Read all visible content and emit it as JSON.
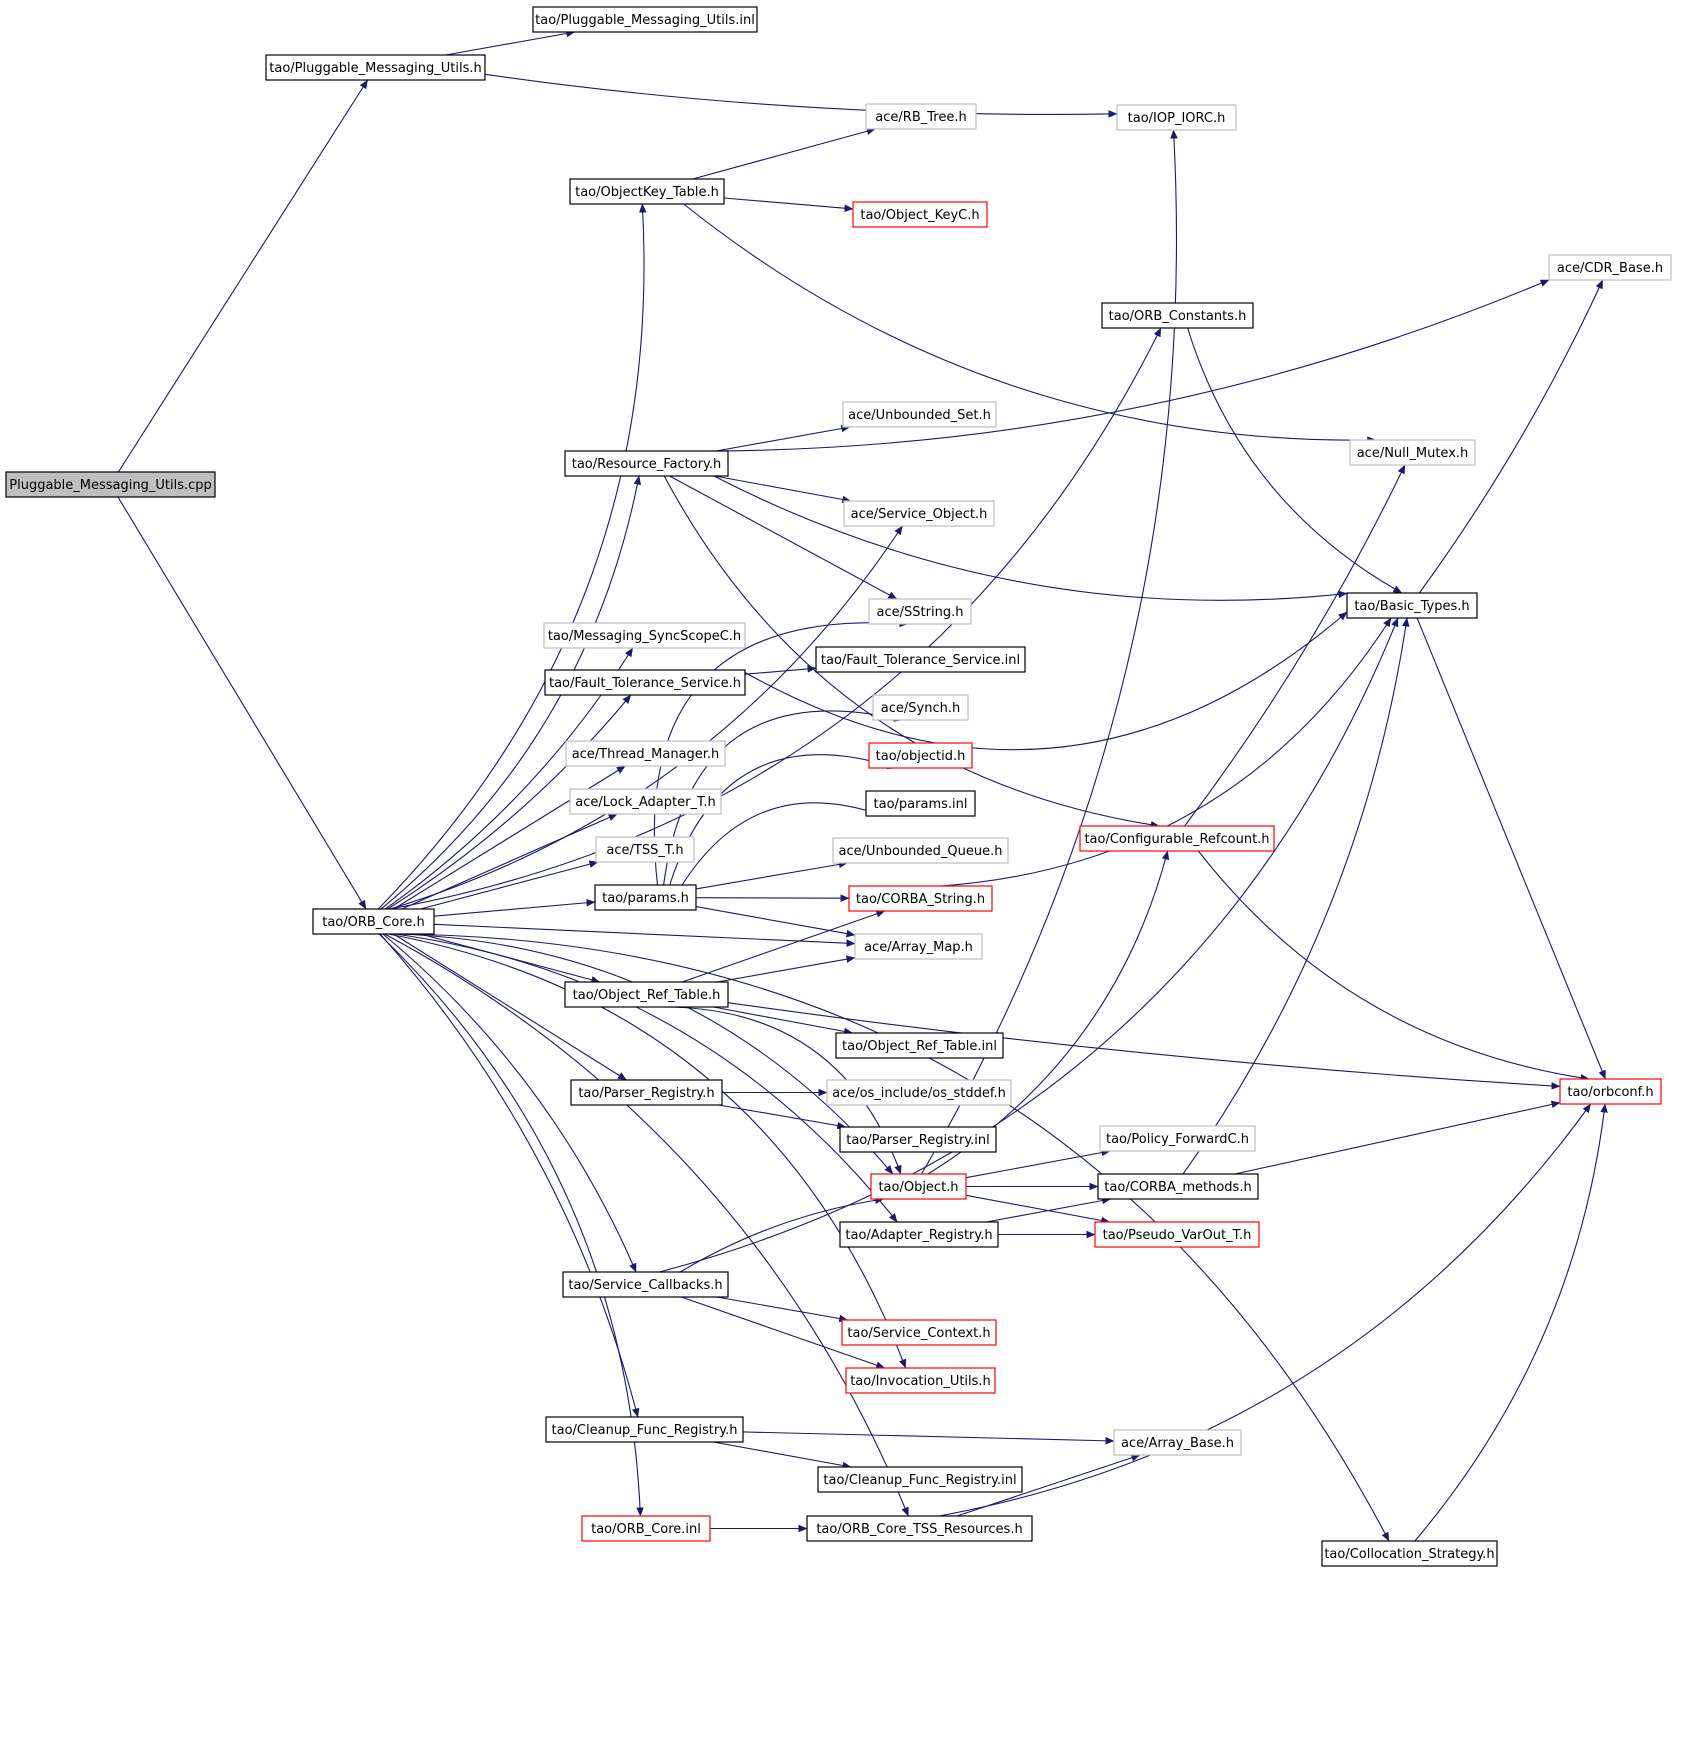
{
  "colors": {
    "edge": "#191970",
    "border_normal": "#000000",
    "border_red": "#ff0000",
    "border_gray": "#bfbfbf",
    "root_fill": "#bfbfbf",
    "background": "#ffffff"
  },
  "nodes": [
    {
      "id": "root",
      "label": "Pluggable_Messaging_Utils.cpp",
      "style": "root"
    },
    {
      "id": "pmu_h",
      "label": "tao/Pluggable_Messaging_Utils.h",
      "style": "normal"
    },
    {
      "id": "pmu_inl",
      "label": "tao/Pluggable_Messaging_Utils.inl",
      "style": "normal"
    },
    {
      "id": "iop_iorc",
      "label": "tao/IOP_IORC.h",
      "style": "gray"
    },
    {
      "id": "rb_tree",
      "label": "ace/RB_Tree.h",
      "style": "gray"
    },
    {
      "id": "objkey_table",
      "label": "tao/ObjectKey_Table.h",
      "style": "normal"
    },
    {
      "id": "object_keyc",
      "label": "tao/Object_KeyC.h",
      "style": "red"
    },
    {
      "id": "cdr_base",
      "label": "ace/CDR_Base.h",
      "style": "gray"
    },
    {
      "id": "orb_constants",
      "label": "tao/ORB_Constants.h",
      "style": "normal"
    },
    {
      "id": "unbounded_set",
      "label": "ace/Unbounded_Set.h",
      "style": "gray"
    },
    {
      "id": "null_mutex",
      "label": "ace/Null_Mutex.h",
      "style": "gray"
    },
    {
      "id": "resource_factory",
      "label": "tao/Resource_Factory.h",
      "style": "normal"
    },
    {
      "id": "service_object",
      "label": "ace/Service_Object.h",
      "style": "gray"
    },
    {
      "id": "basic_types",
      "label": "tao/Basic_Types.h",
      "style": "normal"
    },
    {
      "id": "sstring",
      "label": "ace/SString.h",
      "style": "gray"
    },
    {
      "id": "messaging_sync",
      "label": "tao/Messaging_SyncScopeC.h",
      "style": "gray"
    },
    {
      "id": "ft_service",
      "label": "tao/Fault_Tolerance_Service.h",
      "style": "normal"
    },
    {
      "id": "ft_service_inl",
      "label": "tao/Fault_Tolerance_Service.inl",
      "style": "normal"
    },
    {
      "id": "synch",
      "label": "ace/Synch.h",
      "style": "gray"
    },
    {
      "id": "thread_manager",
      "label": "ace/Thread_Manager.h",
      "style": "gray"
    },
    {
      "id": "objectid",
      "label": "tao/objectid.h",
      "style": "red"
    },
    {
      "id": "lock_adapter",
      "label": "ace/Lock_Adapter_T.h",
      "style": "gray"
    },
    {
      "id": "params_inl",
      "label": "tao/params.inl",
      "style": "normal"
    },
    {
      "id": "config_refcount",
      "label": "tao/Configurable_Refcount.h",
      "style": "red"
    },
    {
      "id": "tss_t",
      "label": "ace/TSS_T.h",
      "style": "gray"
    },
    {
      "id": "unbounded_queue",
      "label": "ace/Unbounded_Queue.h",
      "style": "gray"
    },
    {
      "id": "params_h",
      "label": "tao/params.h",
      "style": "normal"
    },
    {
      "id": "corba_string",
      "label": "tao/CORBA_String.h",
      "style": "red"
    },
    {
      "id": "orb_core_h",
      "label": "tao/ORB_Core.h",
      "style": "normal"
    },
    {
      "id": "array_map",
      "label": "ace/Array_Map.h",
      "style": "gray"
    },
    {
      "id": "objref_table",
      "label": "tao/Object_Ref_Table.h",
      "style": "normal"
    },
    {
      "id": "objref_table_inl",
      "label": "tao/Object_Ref_Table.inl",
      "style": "normal"
    },
    {
      "id": "orbconf",
      "label": "tao/orbconf.h",
      "style": "red"
    },
    {
      "id": "parser_registry",
      "label": "tao/Parser_Registry.h",
      "style": "normal"
    },
    {
      "id": "os_stddef",
      "label": "ace/os_include/os_stddef.h",
      "style": "gray"
    },
    {
      "id": "parser_registry_inl",
      "label": "tao/Parser_Registry.inl",
      "style": "normal"
    },
    {
      "id": "policy_forward",
      "label": "tao/Policy_ForwardC.h",
      "style": "gray"
    },
    {
      "id": "object_h",
      "label": "tao/Object.h",
      "style": "red"
    },
    {
      "id": "corba_methods",
      "label": "tao/CORBA_methods.h",
      "style": "normal"
    },
    {
      "id": "adapter_registry",
      "label": "tao/Adapter_Registry.h",
      "style": "normal"
    },
    {
      "id": "pseudo_varout",
      "label": "tao/Pseudo_VarOut_T.h",
      "style": "red"
    },
    {
      "id": "service_callbacks",
      "label": "tao/Service_Callbacks.h",
      "style": "normal"
    },
    {
      "id": "service_context",
      "label": "tao/Service_Context.h",
      "style": "red"
    },
    {
      "id": "invocation_utils",
      "label": "tao/Invocation_Utils.h",
      "style": "red"
    },
    {
      "id": "cleanup_func",
      "label": "tao/Cleanup_Func_Registry.h",
      "style": "normal"
    },
    {
      "id": "array_base",
      "label": "ace/Array_Base.h",
      "style": "gray"
    },
    {
      "id": "cleanup_func_inl",
      "label": "tao/Cleanup_Func_Registry.inl",
      "style": "normal"
    },
    {
      "id": "orb_core_inl",
      "label": "tao/ORB_Core.inl",
      "style": "red"
    },
    {
      "id": "orb_core_tss",
      "label": "tao/ORB_Core_TSS_Resources.h",
      "style": "normal"
    },
    {
      "id": "collocation",
      "label": "tao/Collocation_Strategy.h",
      "style": "normal"
    }
  ]
}
